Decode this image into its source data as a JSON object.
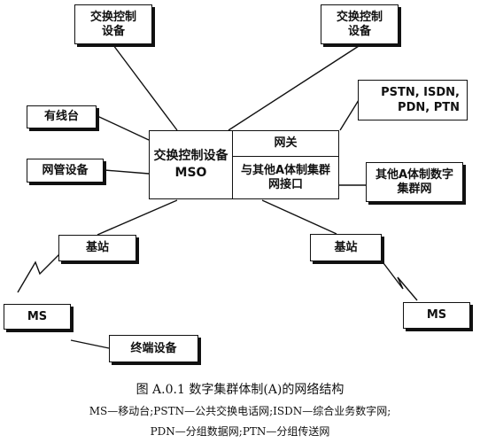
{
  "nodes": {
    "exchange_ctrl_left": [
      "交换控制",
      "设备"
    ],
    "exchange_ctrl_right": [
      "交换控制",
      "设备"
    ],
    "pstn_group": [
      "PSTN, ISDN,",
      "PDN, PTN"
    ],
    "dispatcher": "有线台",
    "network_mgmt": "网管设备",
    "mso_main": [
      "交换控制设备",
      "MSO"
    ],
    "gateway": "网关",
    "cluster_interface": [
      "与其他A体制集群",
      "网接口"
    ],
    "other_network": [
      "其他A体制数字",
      "集群网"
    ],
    "base_left": "基站",
    "base_right": "基站",
    "ms_left": "MS",
    "ms_right": "MS",
    "terminal": "终端设备"
  },
  "caption": {
    "title": "图 A.0.1   数字集群体制(A)的网络结构",
    "line1": "MS—移动台;PSTN—公共交换电话网;ISDN—综合业务数字网;",
    "line2": "PDN—分组数据网;PTN—分组传送网"
  }
}
